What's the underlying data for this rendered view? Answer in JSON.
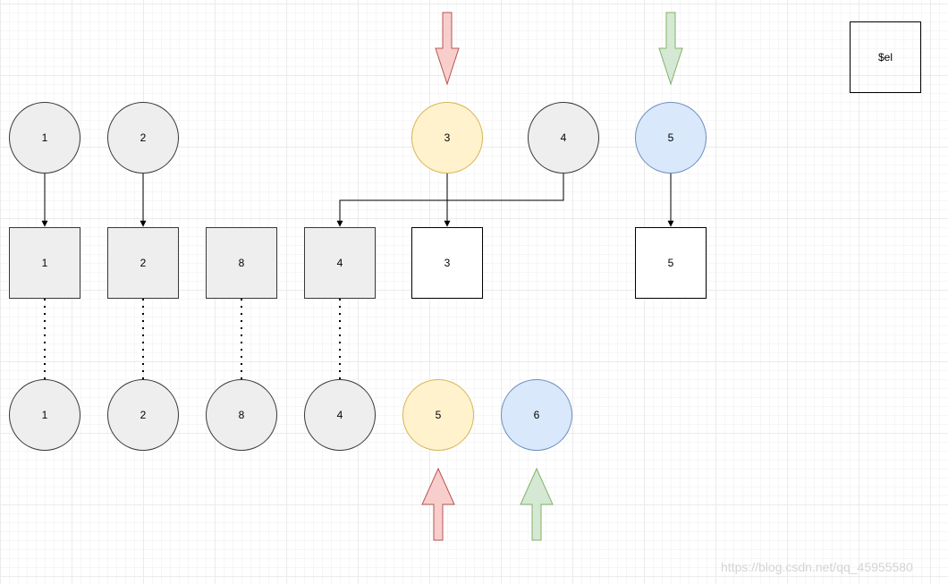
{
  "colors": {
    "gray_fill": "#eeeeee",
    "white_fill": "#ffffff",
    "yellow_fill": "#fff2cc",
    "yellow_stroke": "#d6b656",
    "blue_fill": "#dae8fc",
    "blue_stroke": "#6c8ebf",
    "red_fill": "#f8cecc",
    "red_stroke": "#b85450",
    "green_fill": "#d5e8d4",
    "green_stroke": "#82b366"
  },
  "el_box": {
    "label": "$el"
  },
  "top_row": [
    {
      "label": "1",
      "fill": "gray"
    },
    {
      "label": "2",
      "fill": "gray"
    },
    {
      "label": "3",
      "fill": "yellow"
    },
    {
      "label": "4",
      "fill": "gray"
    },
    {
      "label": "5",
      "fill": "blue"
    }
  ],
  "middle_row": [
    {
      "label": "1",
      "fill": "gray"
    },
    {
      "label": "2",
      "fill": "gray"
    },
    {
      "label": "8",
      "fill": "gray"
    },
    {
      "label": "4",
      "fill": "gray"
    },
    {
      "label": "3",
      "fill": "white"
    },
    {
      "label": "5",
      "fill": "white"
    }
  ],
  "bottom_row": [
    {
      "label": "1",
      "fill": "gray"
    },
    {
      "label": "2",
      "fill": "gray"
    },
    {
      "label": "8",
      "fill": "gray"
    },
    {
      "label": "4",
      "fill": "gray"
    },
    {
      "label": "5",
      "fill": "yellow"
    },
    {
      "label": "6",
      "fill": "blue"
    }
  ],
  "pointer_arrows": [
    {
      "color": "red",
      "direction": "down"
    },
    {
      "color": "green",
      "direction": "down"
    },
    {
      "color": "red",
      "direction": "up"
    },
    {
      "color": "green",
      "direction": "up"
    }
  ],
  "watermark": "https://blog.csdn.net/qq_45955580"
}
